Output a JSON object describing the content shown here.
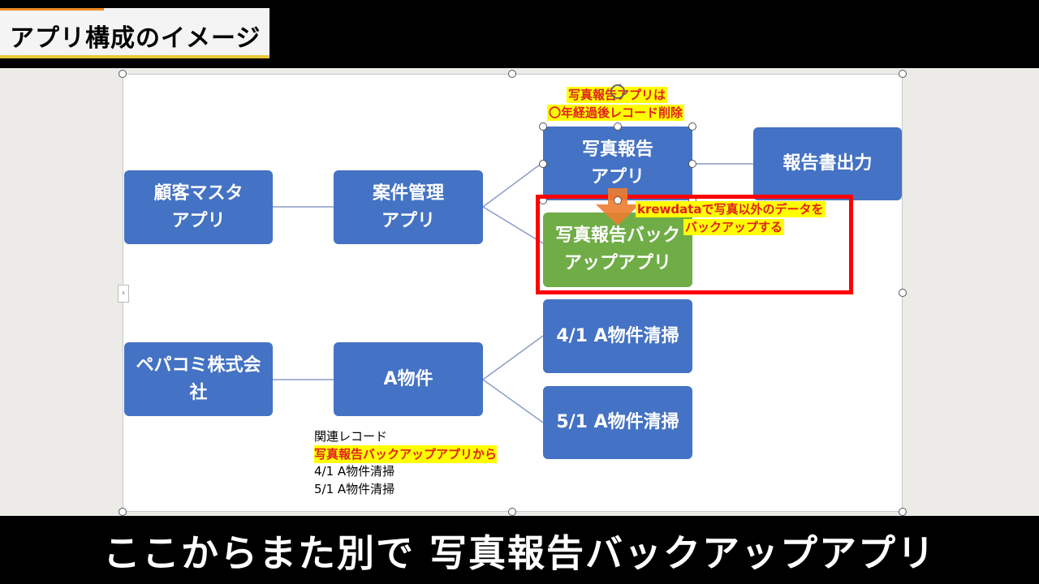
{
  "header": {
    "title": "アプリ構成のイメージ"
  },
  "diagram": {
    "nodes": {
      "customer_master": "顧客マスタ\nアプリ",
      "project_mgmt": "案件管理\nアプリ",
      "photo_report": "写真報告\nアプリ",
      "report_output": "報告書出力",
      "photo_backup": "写真報告バック\nアップアプリ",
      "pepacomi": "ペパコミ株式会\n社",
      "property_a": "A物件",
      "cleaning_0401": "4/1 A物件清掃",
      "cleaning_0501": "5/1 A物件清掃"
    },
    "annotations": {
      "delete_note_line1": "写真報告アプリは",
      "delete_note_line2": "〇年経過後レコード削除",
      "backup_note_line1": "krewdataで写真以外のデータを",
      "backup_note_line2": "バックアップする"
    },
    "related_records": {
      "label": "関連レコード",
      "source": "写真報告バックアップアプリから",
      "item1": "4/1 A物件清掃",
      "item2": "5/1 A物件清掃"
    },
    "colors": {
      "node_blue": "#4472c4",
      "node_green": "#70ad47",
      "highlight": "#ffff00",
      "frame_red": "#ff0000",
      "arrow_orange": "#ed7d31"
    }
  },
  "subtitle": "ここからまた別で 写真報告バックアップアプリ"
}
